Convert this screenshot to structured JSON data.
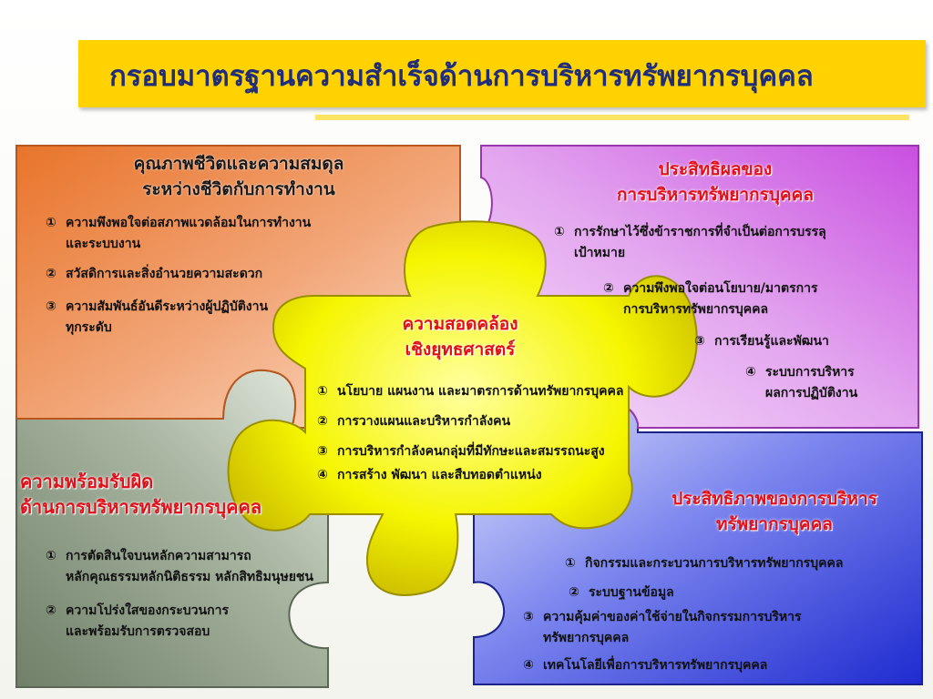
{
  "title": "กรอบมาตรฐานความสำเร็จด้านการบริหารทรัพยากรบุคคล",
  "colors": {
    "title_bg": "#ffd200",
    "title_text": "#1f2d7a",
    "quality_piece": "#ef8a4a",
    "efficiency_piece": "#d98ce8",
    "readiness_piece": "#8a9a82",
    "effectiveness_piece": "#3f4fd8",
    "center_piece": "#f0f000",
    "heading_red": "#e0101a"
  },
  "quality": {
    "heading": [
      "คุณภาพชีวิตและความสมดุล",
      "ระหว่างชีวิตกับการทำงาน"
    ],
    "items": [
      {
        "num": "①",
        "lines": [
          "ความพึงพอใจต่อสภาพแวดล้อมในการทำงาน",
          "และระบบงาน"
        ]
      },
      {
        "num": "②",
        "lines": [
          "สวัสดิการและสิ่งอำนวยความสะดวก"
        ]
      },
      {
        "num": "③",
        "lines": [
          "ความสัมพันธ์อันดีระหว่างผู้ปฏิบัติงาน",
          "ทุกระดับ"
        ]
      }
    ]
  },
  "efficiency": {
    "heading": [
      "ประสิทธิผลของ",
      "การบริหารทรัพยากรบุคคล"
    ],
    "items": [
      {
        "num": "①",
        "lines": [
          "การรักษาไว้ซึ่งข้าราชการที่จำเป็นต่อการบรรลุ",
          "เป้าหมาย"
        ]
      },
      {
        "num": "②",
        "lines": [
          "ความพึงพอใจต่อนโยบาย/มาตรการ",
          "การบริหารทรัพยากรบุคคล"
        ]
      },
      {
        "num": "③",
        "lines": [
          "การเรียนรู้และพัฒนา"
        ]
      },
      {
        "num": "④",
        "lines": [
          "ระบบการบริหาร",
          "ผลการปฏิบัติงาน"
        ]
      }
    ]
  },
  "alignment": {
    "heading": [
      "ความสอดคล้อง",
      "เชิงยุทธศาสตร์"
    ],
    "items": [
      {
        "num": "①",
        "text": "นโยบาย แผนงาน และมาตรการด้านทรัพยากรบุคคล"
      },
      {
        "num": "②",
        "text": "การวางแผนและบริหารกำลังคน"
      },
      {
        "num": "③",
        "text": "การบริหารกำลังคนกลุ่มที่มีทักษะและสมรรถนะสูง"
      },
      {
        "num": "④",
        "text": "การสร้าง พัฒนา และสืบทอดตำแหน่ง"
      }
    ]
  },
  "readiness": {
    "heading": [
      "ความพร้อมรับผิด",
      "ด้านการบริหารทรัพยากรบุคคล"
    ],
    "items": [
      {
        "num": "①",
        "lines": [
          "การตัดสินใจบนหลักความสามารถ",
          "หลักคุณธรรมหลักนิติธรรม หลักสิทธิมนุษยชน"
        ]
      },
      {
        "num": "②",
        "lines": [
          "ความโปร่งใสของกระบวนการ",
          "และพร้อมรับการตรวจสอบ"
        ]
      }
    ]
  },
  "effectiveness": {
    "heading": [
      "ประสิทธิภาพของการบริหาร",
      "ทรัพยากรบุคคล"
    ],
    "items": [
      {
        "num": "①",
        "lines": [
          "กิจกรรมและกระบวนการบริหารทรัพยากรบุคคล"
        ]
      },
      {
        "num": "②",
        "lines": [
          "ระบบฐานข้อมูล"
        ]
      },
      {
        "num": "③",
        "lines": [
          "ความคุ้มค่าของค่าใช้จ่ายในกิจกรรมการบริหาร",
          "ทรัพยากรบุคคล"
        ]
      },
      {
        "num": "④",
        "lines": [
          "เทคโนโลยีเพื่อการบริหารทรัพยากรบุคคล"
        ]
      }
    ]
  }
}
